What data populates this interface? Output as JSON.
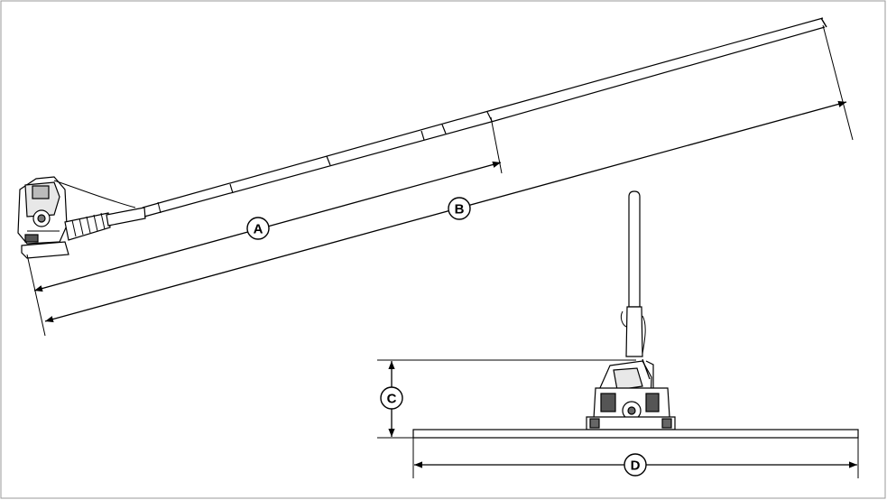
{
  "figure": {
    "labels": {
      "a": "A",
      "b": "B",
      "c": "C",
      "d": "D"
    }
  }
}
